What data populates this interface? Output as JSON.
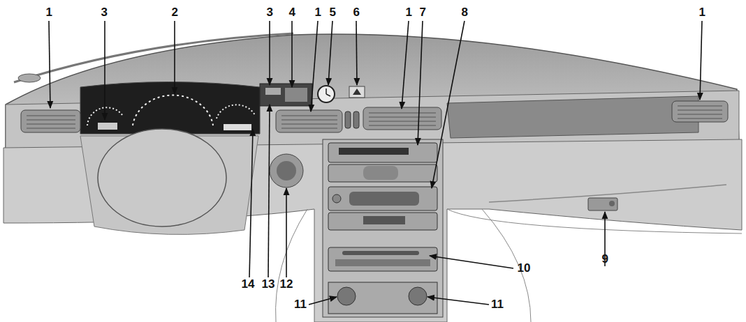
{
  "diagram": {
    "labels": [
      "1",
      "3",
      "2",
      "3",
      "4",
      "1",
      "5",
      "6",
      "1",
      "7",
      "8",
      "1",
      "10",
      "9",
      "14",
      "13",
      "12",
      "11",
      "11"
    ]
  }
}
